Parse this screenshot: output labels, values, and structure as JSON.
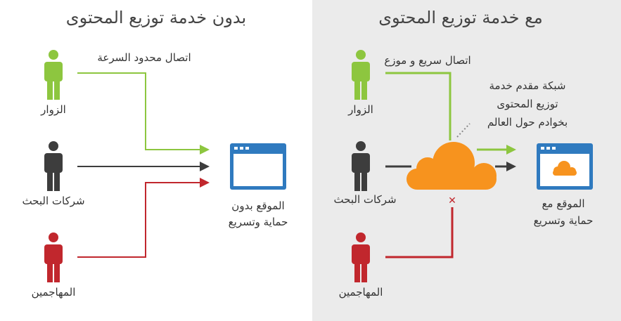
{
  "left": {
    "title": "بدون خدمة توزيع المحتوى",
    "connection": "اتصال محدود السرعة",
    "visitors": "الزوار",
    "search_engines": "شركات البحث",
    "attackers": "المهاجمين",
    "site_line1": "الموقع بدون",
    "site_line2": "حماية وتسريع"
  },
  "right": {
    "title": "مع خدمة توزيع المحتوى",
    "connection": "اتصال سريع و موزع",
    "cdn_line1": "شبكة مقدم خدمة",
    "cdn_line2": "توزيع المحتوى",
    "cdn_line3": "بخوادم حول العالم",
    "visitors": "الزوار",
    "search_engines": "شركات البحث",
    "attackers": "المهاجمين",
    "site_line1": "الموقع مع",
    "site_line2": "حماية وتسريع"
  },
  "colors": {
    "visitor": "#8dc63f",
    "search": "#3d3d3d",
    "attacker": "#c1272d",
    "browser": "#2f7abf",
    "cdn": "#f7931e",
    "panel": "#ebebeb"
  }
}
